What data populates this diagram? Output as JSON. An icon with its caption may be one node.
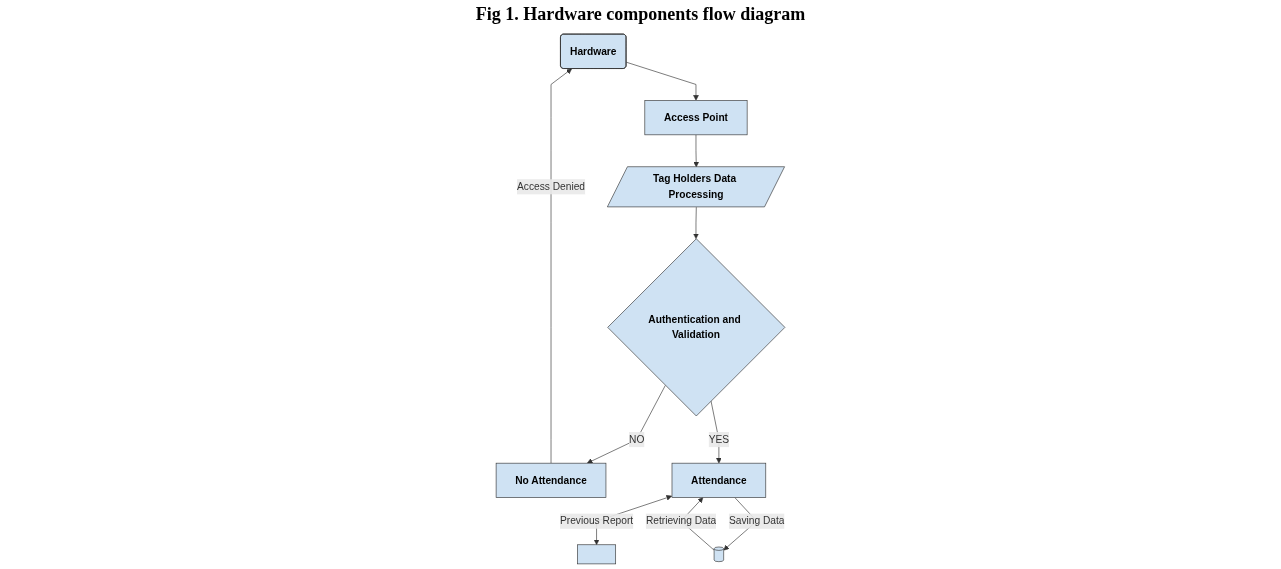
{
  "diagram": {
    "title": "Fig 1. Hardware components flow diagram",
    "nodes": [
      {
        "text": [
          "Hardware"
        ]
      },
      {
        "text": [
          "No Attendance"
        ]
      },
      {
        "text": [
          "Access Point"
        ]
      },
      {
        "text": [
          "Tag Holders Data Processing"
        ]
      },
      {
        "text": [
          "Authentication and Validation"
        ]
      },
      {
        "text": [],
        "shape": "box"
      },
      {
        "text": [
          "Attendance"
        ]
      },
      {
        "text": [],
        "shape": "cylinder"
      }
    ],
    "edges": [
      {
        "from": 1,
        "to": 0,
        "arrow": "to",
        "label": "Access Denied"
      },
      {
        "from": 0,
        "to": 2,
        "arrow": "to"
      },
      {
        "from": 2,
        "to": 3,
        "arrow": "to"
      },
      {
        "from": 3,
        "to": 4,
        "arrow": "to"
      },
      {
        "from": 4,
        "to": 1,
        "arrow": "to",
        "label": "NO"
      },
      {
        "from": 4,
        "to": 6,
        "arrow": "to",
        "label": "YES"
      },
      {
        "from": 6,
        "to": 5,
        "arrow": "both",
        "label": "Previous Report"
      },
      {
        "from": 6,
        "to": 7,
        "arrow": "to",
        "label": "Saving Data"
      },
      {
        "from": 7,
        "to": 6,
        "arrow": "to",
        "label": "Retrieving Data"
      }
    ]
  }
}
